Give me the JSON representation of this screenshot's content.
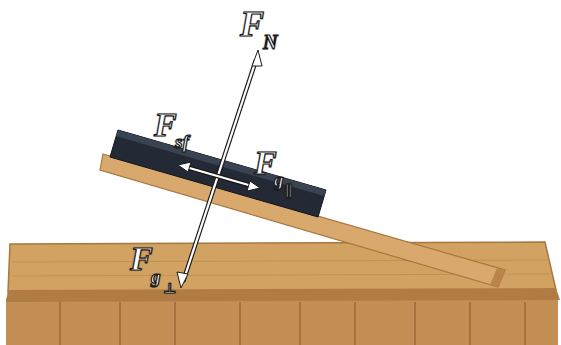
{
  "diagram": {
    "labels": [
      "F",
      "N",
      "F",
      "sf",
      "F",
      "g",
      "∥",
      "F",
      "g",
      "⊥"
    ]
  }
}
